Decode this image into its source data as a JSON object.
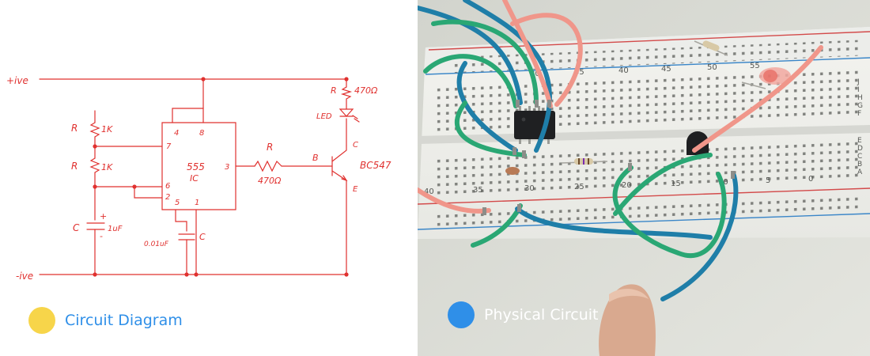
{
  "colors": {
    "ink_red": "#e0312f",
    "caption_blue": "#2f8fe8",
    "dot_yellow": "#f7d54a",
    "dot_blue": "#2f8fe8",
    "wire_blue": "#1f7ea8",
    "wire_green": "#2aa774",
    "wire_pink": "#f0968a"
  },
  "schematic": {
    "rail_positive": "+ive",
    "rail_negative": "-ive",
    "r1_label": "R",
    "r1_value": "1K",
    "r2_label": "R",
    "r2_value": "1K",
    "cap_label": "C",
    "cap_value": "1uF",
    "cap_plus": "+",
    "cap_minus": "-",
    "cap2_value": "0.01uF",
    "cap2_label": "C",
    "ic_name": "555",
    "ic_sub": "IC",
    "pin4": "4",
    "pin8": "8",
    "pin7": "7",
    "pin6": "6",
    "pin2": "2",
    "pin5": "5",
    "pin1": "1",
    "pin3": "3",
    "rb_label": "R",
    "rb_value": "470Ω",
    "base_label": "B",
    "collector_label": "C",
    "emitter_label": "E",
    "transistor_name": "BC547",
    "led_label": "LED",
    "rled_label": "R",
    "rled_value": "470Ω"
  },
  "breadboard": {
    "column_numbers_top": [
      "30",
      "35",
      "40",
      "45",
      "50",
      "55"
    ],
    "column_numbers_bottom": [
      "40",
      "35",
      "30",
      "25",
      "20",
      "15",
      "10",
      "5",
      "0"
    ],
    "row_letters_top": [
      "J",
      "I",
      "H",
      "G",
      "F"
    ],
    "row_letters_bottom": [
      "E",
      "D",
      "C",
      "B",
      "A"
    ]
  },
  "captions": {
    "left": "Circuit Diagram",
    "right": "Physical Circuit"
  }
}
